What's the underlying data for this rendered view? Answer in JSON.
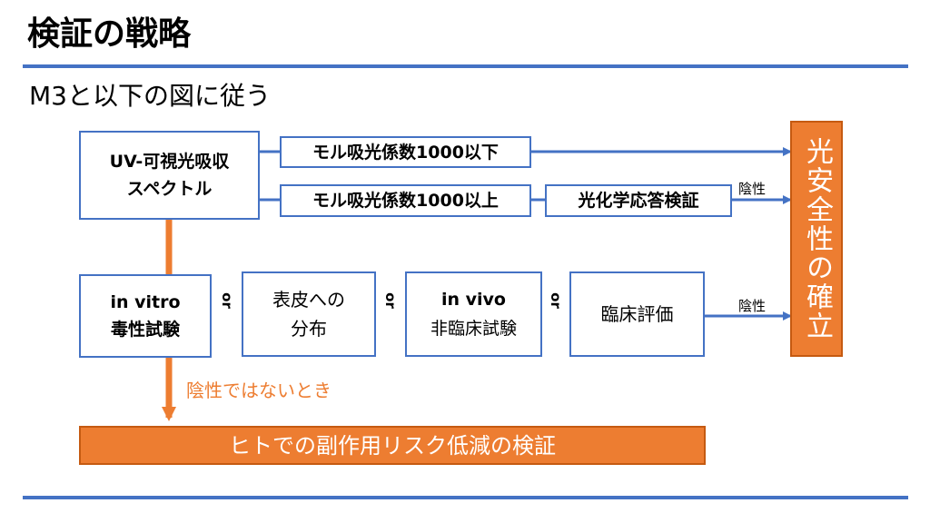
{
  "title": "検証の戦略",
  "subtitle": "M3と以下の図に従う",
  "boxes": {
    "uv": [
      "UV-可視光吸収",
      "スペクトル"
    ],
    "mol_below": "モル吸光係数1000以下",
    "mol_above": "モル吸光係数1000以上",
    "photochem": "光化学応答検証",
    "in_vitro": [
      "in vitro",
      "毒性試験"
    ],
    "skin": [
      "表皮への",
      "分布"
    ],
    "in_vivo": [
      "in vivo",
      "非臨床試験"
    ],
    "clinical": "臨床評価",
    "safety": "光安全性の確立",
    "risk": "ヒトでの副作用リスク低減の検証"
  },
  "labels": {
    "negative_1": "陰性",
    "negative_2": "陰性",
    "or_1": "or",
    "or_2": "or",
    "or_3": "or",
    "condition": "陰性ではないとき"
  },
  "colors": {
    "accent_blue": "#4472C4",
    "accent_orange": "#ED7D31"
  }
}
